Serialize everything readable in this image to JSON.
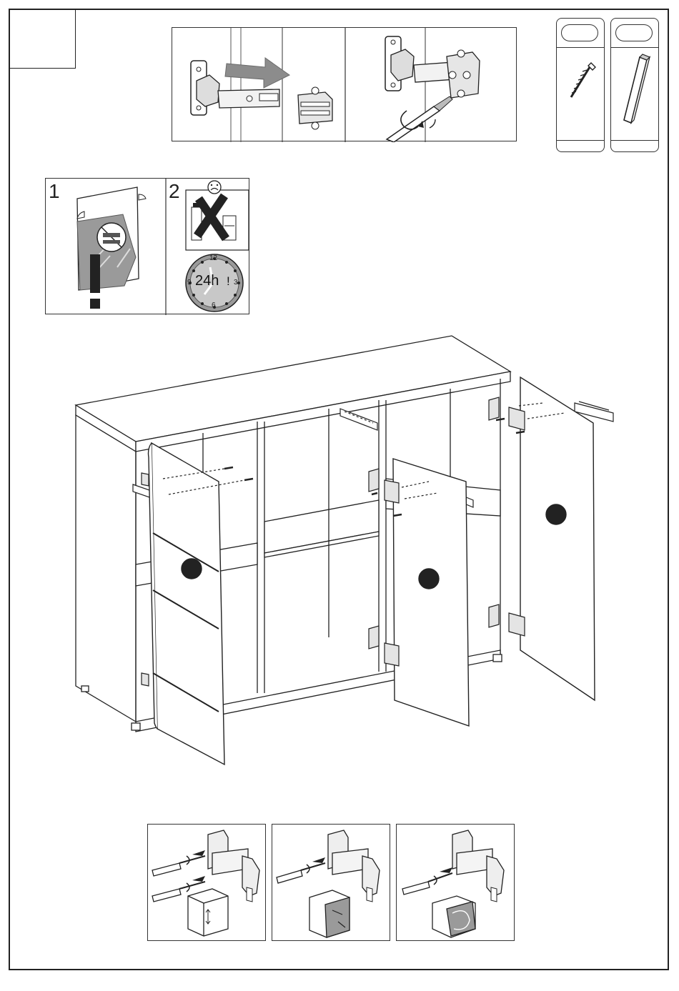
{
  "page": {
    "step_number": ""
  },
  "parts": [
    {
      "icon": "screw-icon",
      "count": ""
    },
    {
      "icon": "dowel-icon",
      "count": ""
    }
  ],
  "warnings": {
    "panel1_number": "1",
    "panel2_number": "2",
    "clock": {
      "label": "24h",
      "numbers": [
        "12",
        "3",
        "6",
        "9"
      ],
      "exclamation": "!"
    }
  },
  "colors": {
    "line": "#222222",
    "panel_fill": "#ffffff",
    "shade": "#9a9a9a",
    "arrow": "#8c8c8c"
  }
}
